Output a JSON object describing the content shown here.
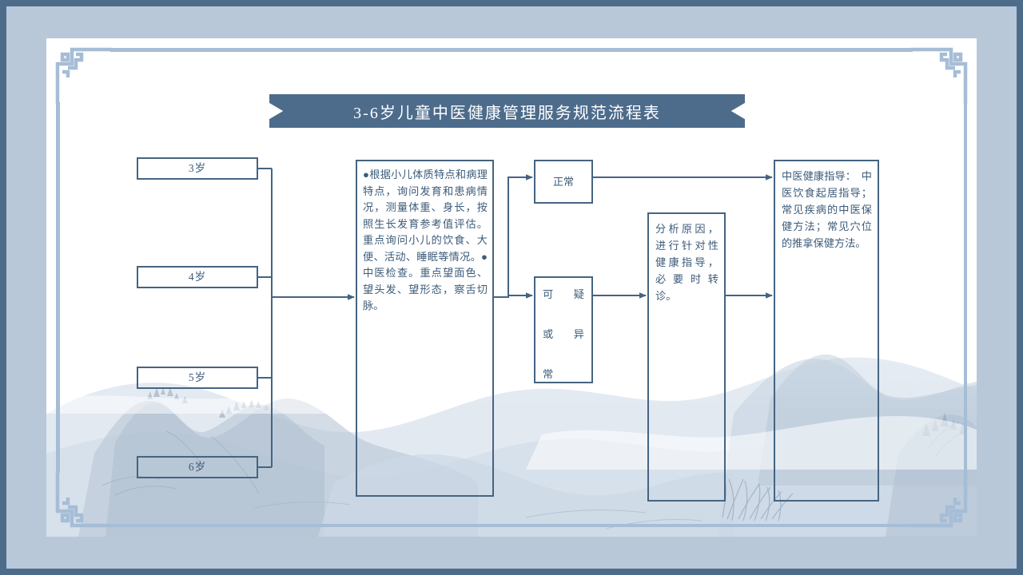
{
  "title": "3-6岁儿童中医健康管理服务规范流程表",
  "colors": {
    "frame_outer": "#4d6c8c",
    "frame_band": "#b8c8d9",
    "canvas": "#ffffff",
    "box_border": "#456481",
    "text": "#3d5c7a",
    "banner_bg": "#4d6c8c",
    "banner_text": "#ffffff",
    "ornament": "#a6bdd6"
  },
  "flow": {
    "ages": [
      {
        "label": "3岁"
      },
      {
        "label": "4岁"
      },
      {
        "label": "5岁"
      },
      {
        "label": "6岁"
      }
    ],
    "assessment": "●根据小儿体质特点和病理特点，询问发育和患病情况，测量体重、身长，按照生长发育参考值评估。重点询问小儿的饮食、大便、活动、睡眠等情况。●中医检查。重点望面色、望头发、望形态，察舌切脉。",
    "result_normal": "正常",
    "result_abnormal_lines": [
      "可疑",
      "或异",
      "常"
    ],
    "result_abnormal": "可疑或异常",
    "analysis": "分析原因，进行针对性健康指导，必要时转诊。",
    "guidance": "中医健康指导：　中医饮食起居指导；常见疾病的中医保健方法；常见穴位的推拿保健方法。"
  }
}
